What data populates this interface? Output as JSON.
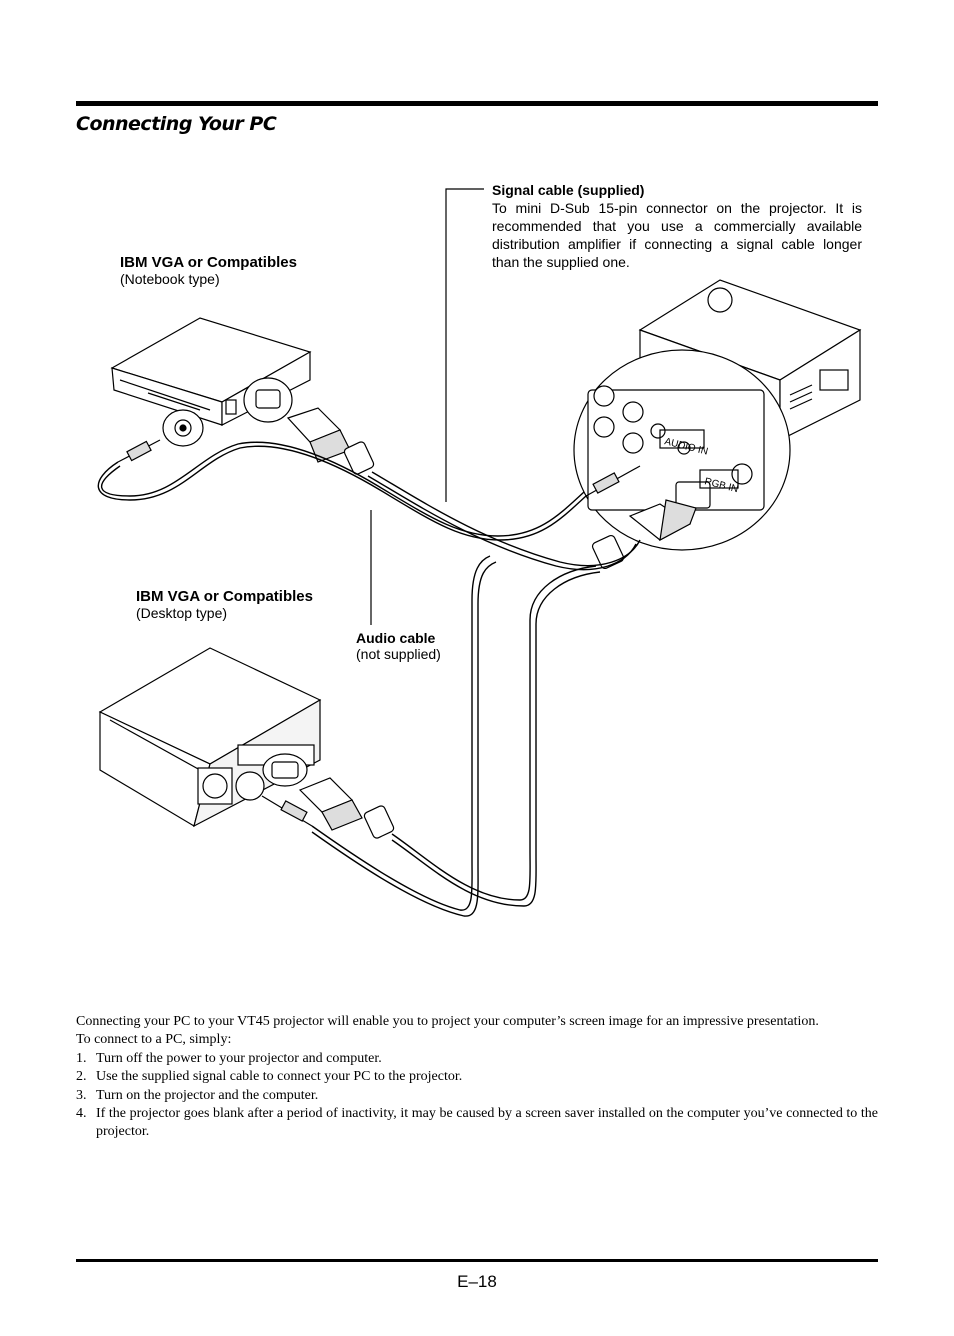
{
  "title": "Connecting Your PC",
  "labels": {
    "notebook_title": "IBM VGA or Compatibles",
    "notebook_sub": "(Notebook type)",
    "desktop_title": "IBM VGA or Compatibles",
    "desktop_sub": "(Desktop type)",
    "audio_title": "Audio cable",
    "audio_sub": "(not supplied)",
    "signal_title": "Signal cable (supplied)",
    "signal_body": "To mini D-Sub 15-pin connector on the projector. It is recommended that you use a commercially available distribution amplifier if connecting a signal cable longer than the supplied one."
  },
  "panel_labels": {
    "audio_in": "AUDIO IN",
    "rgb_in": "RGB IN"
  },
  "body": {
    "intro": "Connecting your PC to your VT45 projector will enable you to project your computer’s screen image for an impressive presentation.",
    "lead": "To connect to a PC, simply:",
    "steps": [
      {
        "num": "1.",
        "text": "Turn off the power to your projector and computer."
      },
      {
        "num": "2.",
        "text": "Use the supplied signal cable to connect your PC to the projector."
      },
      {
        "num": "3.",
        "text": "Turn on the projector and the computer."
      },
      {
        "num": "4.",
        "text": "If the projector goes blank after a period of inactivity, it may be caused by a screen saver installed on the computer you’ve connected to the projector."
      }
    ]
  },
  "page_number": "E–18"
}
